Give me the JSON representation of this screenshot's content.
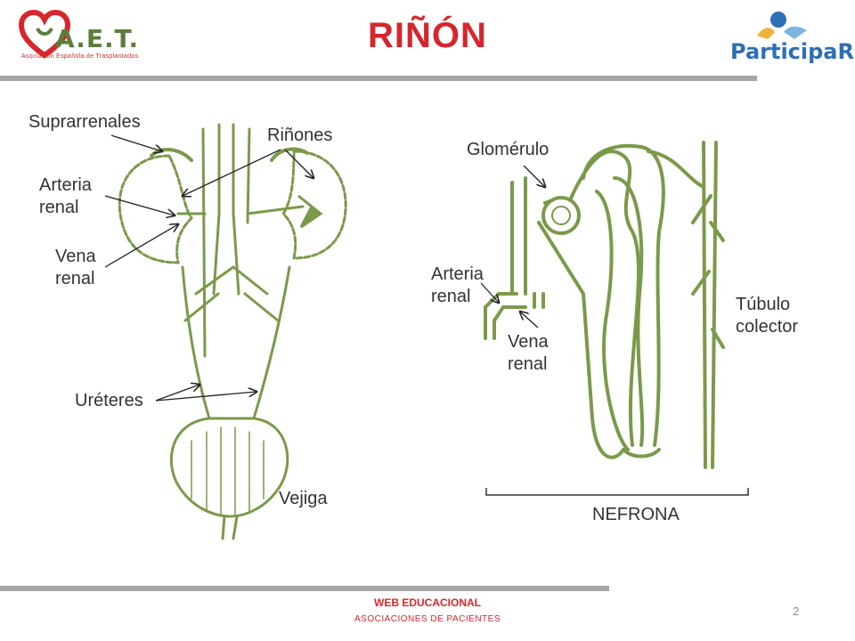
{
  "header": {
    "title": "RIÑÓN",
    "logo_left_text": "A.E.T.",
    "logo_left_subtitle": "Asociación Española de Trasplantados",
    "logo_right_text": "ParticipaR"
  },
  "left_diagram": {
    "labels": {
      "suprarrenales": "Suprarrenales",
      "rinones": "Riñones",
      "arteria_renal": "Arteria\nrenal",
      "vena_renal": "Vena\nrenal",
      "ureteres": "Uréteres",
      "vejiga": "Vejiga"
    }
  },
  "right_diagram": {
    "labels": {
      "glomerulo": "Glomérulo",
      "arteria_renal": "Arteria\nrenal",
      "vena_renal": "Vena\nrenal",
      "tubulo_colector": "Túbulo\ncolector",
      "nefrona": "NEFRONA"
    }
  },
  "footer": {
    "title": "WEB EDUCACIONAL",
    "subtitle": "ASOCIACIONES DE PACIENTES",
    "page_number": "2"
  },
  "colors": {
    "title_red": "#d7262c",
    "drawing_green": "#7a9a4a",
    "rule_gray": "#a6a6a6",
    "participa_blue": "#2e6fb3"
  }
}
